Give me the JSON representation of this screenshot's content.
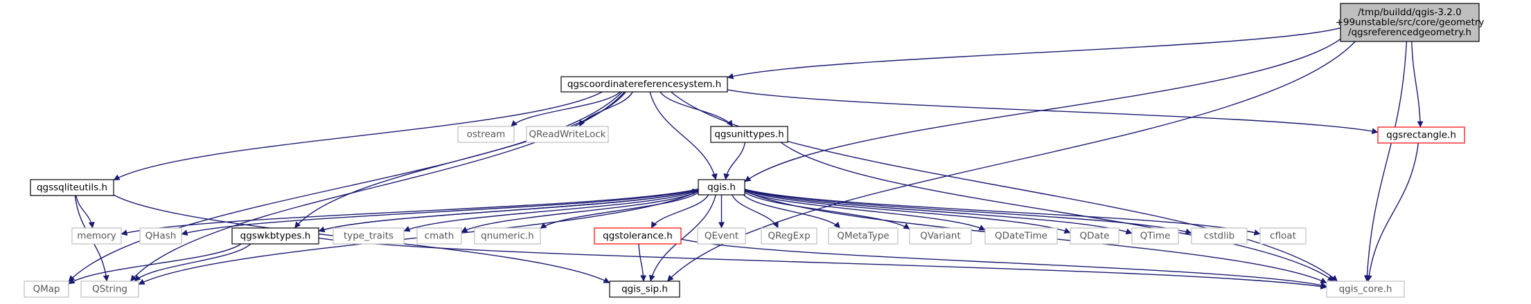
{
  "diagram": {
    "nodes": [
      {
        "id": "root",
        "lines": [
          "/tmp/buildd/qgis-3.2.0",
          "+99unstable/src/core/geometry",
          "/qgsreferencedgeometry.h"
        ],
        "kind": "root"
      },
      {
        "id": "crs",
        "lines": [
          "qgscoordinatereferencesystem.h"
        ],
        "kind": "doc"
      },
      {
        "id": "rect",
        "lines": [
          "qgsrectangle.h"
        ],
        "kind": "incomplete"
      },
      {
        "id": "ostream",
        "lines": [
          "ostream"
        ],
        "kind": "system"
      },
      {
        "id": "qreadwritelock",
        "lines": [
          "QReadWriteLock"
        ],
        "kind": "system"
      },
      {
        "id": "unittypes",
        "lines": [
          "qgsunittypes.h"
        ],
        "kind": "doc"
      },
      {
        "id": "sqliteutils",
        "lines": [
          "qgssqliteutils.h"
        ],
        "kind": "doc"
      },
      {
        "id": "qgis",
        "lines": [
          "qgis.h"
        ],
        "kind": "doc"
      },
      {
        "id": "memory",
        "lines": [
          "memory"
        ],
        "kind": "system"
      },
      {
        "id": "qhash",
        "lines": [
          "QHash"
        ],
        "kind": "system"
      },
      {
        "id": "wkbtypes",
        "lines": [
          "qgswkbtypes.h"
        ],
        "kind": "doc"
      },
      {
        "id": "type_traits",
        "lines": [
          "type_traits"
        ],
        "kind": "system"
      },
      {
        "id": "cmath",
        "lines": [
          "cmath"
        ],
        "kind": "system"
      },
      {
        "id": "qnumeric",
        "lines": [
          "qnumeric.h"
        ],
        "kind": "system"
      },
      {
        "id": "tolerance",
        "lines": [
          "qgstolerance.h"
        ],
        "kind": "incomplete"
      },
      {
        "id": "qevent",
        "lines": [
          "QEvent"
        ],
        "kind": "system"
      },
      {
        "id": "qregexp",
        "lines": [
          "QRegExp"
        ],
        "kind": "system"
      },
      {
        "id": "qmetatype",
        "lines": [
          "QMetaType"
        ],
        "kind": "system"
      },
      {
        "id": "qvariant",
        "lines": [
          "QVariant"
        ],
        "kind": "system"
      },
      {
        "id": "qdatetime",
        "lines": [
          "QDateTime"
        ],
        "kind": "system"
      },
      {
        "id": "qdate",
        "lines": [
          "QDate"
        ],
        "kind": "system"
      },
      {
        "id": "qtime",
        "lines": [
          "QTime"
        ],
        "kind": "system"
      },
      {
        "id": "cstdlib",
        "lines": [
          "cstdlib"
        ],
        "kind": "system"
      },
      {
        "id": "cfloat",
        "lines": [
          "cfloat"
        ],
        "kind": "system"
      },
      {
        "id": "qmap",
        "lines": [
          "QMap"
        ],
        "kind": "system"
      },
      {
        "id": "qstring",
        "lines": [
          "QString"
        ],
        "kind": "system"
      },
      {
        "id": "qgis_sip",
        "lines": [
          "qgis_sip.h"
        ],
        "kind": "doc"
      },
      {
        "id": "qgis_core",
        "lines": [
          "qgis_core.h"
        ],
        "kind": "system"
      }
    ],
    "edges": [
      [
        "root",
        "crs"
      ],
      [
        "root",
        "rect"
      ],
      [
        "root",
        "qgis"
      ],
      [
        "root",
        "qgis_sip"
      ],
      [
        "root",
        "qgis_core"
      ],
      [
        "crs",
        "rect"
      ],
      [
        "crs",
        "ostream"
      ],
      [
        "crs",
        "qreadwritelock"
      ],
      [
        "crs",
        "unittypes"
      ],
      [
        "crs",
        "sqliteutils"
      ],
      [
        "crs",
        "qgis"
      ],
      [
        "crs",
        "qmap"
      ],
      [
        "crs",
        "qstring"
      ],
      [
        "crs",
        "wkbtypes"
      ],
      [
        "crs",
        "qgis_core"
      ],
      [
        "unittypes",
        "qgis"
      ],
      [
        "unittypes",
        "qgis_core"
      ],
      [
        "rect",
        "qgis_core"
      ],
      [
        "sqliteutils",
        "memory"
      ],
      [
        "sqliteutils",
        "qstring"
      ],
      [
        "sqliteutils",
        "qgis_sip"
      ],
      [
        "qgis",
        "memory"
      ],
      [
        "qgis",
        "qhash"
      ],
      [
        "qgis",
        "wkbtypes"
      ],
      [
        "qgis",
        "type_traits"
      ],
      [
        "qgis",
        "cmath"
      ],
      [
        "qgis",
        "qnumeric"
      ],
      [
        "qgis",
        "tolerance"
      ],
      [
        "qgis",
        "qevent"
      ],
      [
        "qgis",
        "qregexp"
      ],
      [
        "qgis",
        "qmetatype"
      ],
      [
        "qgis",
        "qvariant"
      ],
      [
        "qgis",
        "qdatetime"
      ],
      [
        "qgis",
        "qdate"
      ],
      [
        "qgis",
        "qtime"
      ],
      [
        "qgis",
        "cstdlib"
      ],
      [
        "qgis",
        "cfloat"
      ],
      [
        "qgis",
        "qstring"
      ],
      [
        "qgis",
        "qgis_sip"
      ],
      [
        "qgis",
        "qgis_core"
      ],
      [
        "wkbtypes",
        "qgis"
      ],
      [
        "wkbtypes",
        "qmap"
      ],
      [
        "wkbtypes",
        "qstring"
      ],
      [
        "wkbtypes",
        "qgis_core"
      ],
      [
        "tolerance",
        "qgis_sip"
      ],
      [
        "tolerance",
        "qgis_core"
      ]
    ]
  },
  "colors": {
    "edge": "#191970",
    "root_fill": "#bfbfbf",
    "doc_border": "#000000",
    "incomplete_border": "#ff0000",
    "system_border": "#bfbfbf",
    "system_text": "#555555"
  }
}
